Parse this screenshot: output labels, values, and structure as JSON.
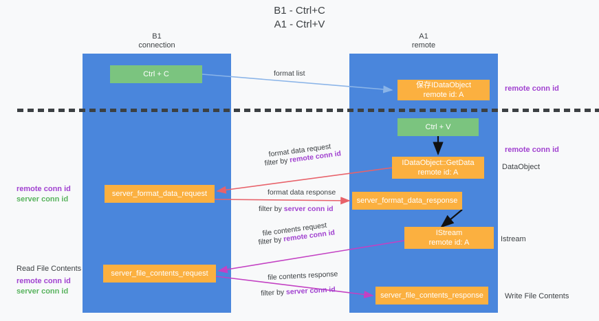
{
  "title": "B1 - Ctrl+C\nA1 - Ctrl+V",
  "columns": {
    "left": "B1\nconnection",
    "right": "A1\nremote"
  },
  "nodes": {
    "ctrl_c": "Ctrl + C",
    "save_dataobject": "保存IDataObject\nremote id: A",
    "ctrl_v": "Ctrl + V",
    "getdata": "IDataObject::GetData\nremote id: A",
    "server_format_data_request": "server_format_data_request",
    "server_format_data_response": "server_format_data_response",
    "istream": "IStream\nremote id: A",
    "server_file_contents_request": "server_file_contents_request",
    "server_file_contents_response": "server_file_contents_response"
  },
  "edges": {
    "format_list": "format list",
    "format_data_request": "format data request",
    "format_data_request_filter_prefix": "filter by ",
    "format_data_request_filter_value": "remote conn id",
    "format_data_response": "format data response",
    "format_data_response_filter_prefix": "filter by ",
    "format_data_response_filter_value": "server conn id",
    "file_contents_request": "file contents request",
    "file_contents_request_filter_prefix": "filter by ",
    "file_contents_request_filter_value": "remote conn id",
    "file_contents_response": "file contents response",
    "file_contents_response_filter_prefix": "filter by ",
    "file_contents_response_filter_value": "server conn id"
  },
  "annotations": {
    "remote_conn_id_top": "remote conn id",
    "remote_conn_id_mid": "remote conn id",
    "dataobject": "DataObject",
    "istream": "Istream",
    "write_file_contents": "Write File Contents",
    "read_file_contents": "Read File Contents",
    "remote_conn_id_left_mid": "remote conn id",
    "server_conn_id_left_mid": "server conn id",
    "remote_conn_id_left_bot": "remote conn id",
    "server_conn_id_left_bot": "server conn id"
  },
  "colors": {
    "lane": "#4a86dc",
    "green_node": "#7bc47f",
    "orange_node": "#fbb040",
    "purple_text": "#a142d0",
    "green_text": "#59b35e",
    "blue_arrow": "#8ab4e8",
    "red_arrow": "#e8626a",
    "magenta_arrow": "#c341c3",
    "black_arrow": "#1a1a1a",
    "background": "#f8f9fa"
  }
}
